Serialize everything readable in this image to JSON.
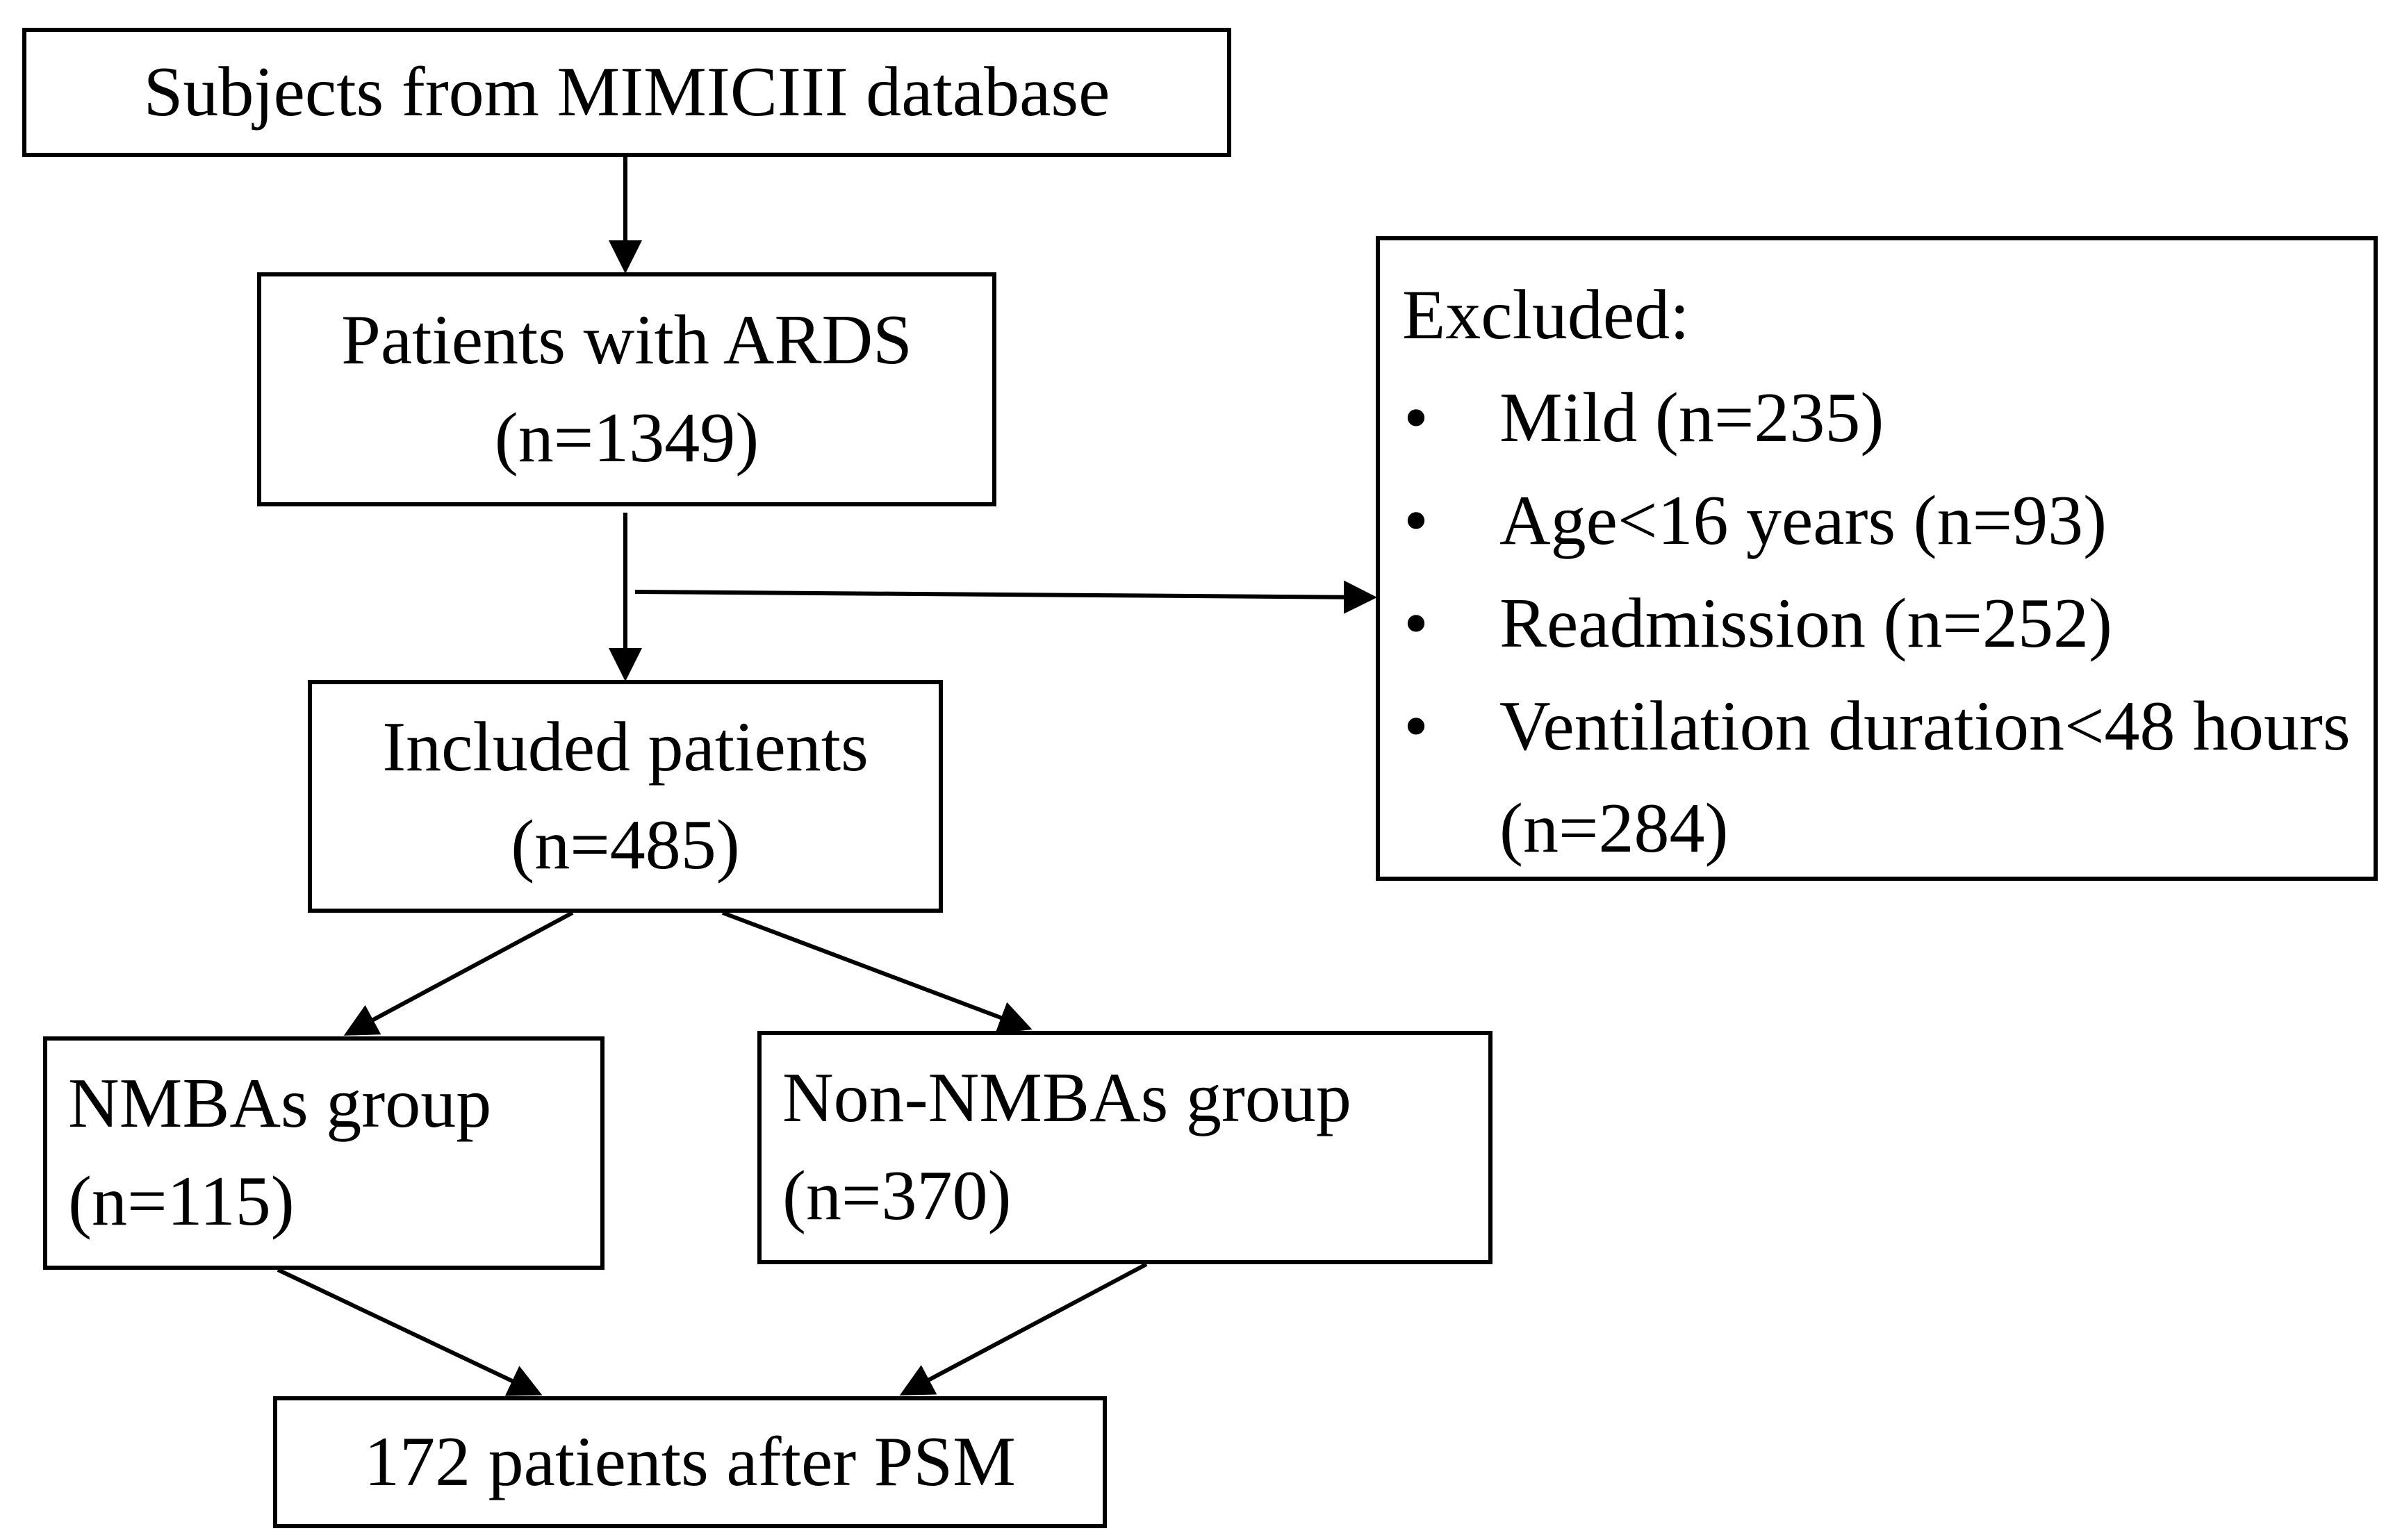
{
  "boxes": {
    "subjects": {
      "line1": "Subjects from MIMICIII database"
    },
    "ards": {
      "line1": "Patients with ARDS",
      "line2": "(n=1349)"
    },
    "included": {
      "line1": "Included patients",
      "line2": "(n=485)"
    },
    "nmba": {
      "line1": "NMBAs group",
      "line2": "(n=115)"
    },
    "non_nmba": {
      "line1": "Non-NMBAs group",
      "line2": "(n=370)"
    },
    "psm": {
      "line1": "172 patients after PSM"
    },
    "excluded": {
      "heading": "Excluded:",
      "bullet": "•",
      "items": [
        "Mild (n=235)",
        "Age<16 years (n=93)",
        "Readmission (n=252)",
        "Ventilation duration<48 hours (n=284)"
      ]
    }
  },
  "colors": {
    "line": "#000000",
    "background": "#ffffff"
  }
}
